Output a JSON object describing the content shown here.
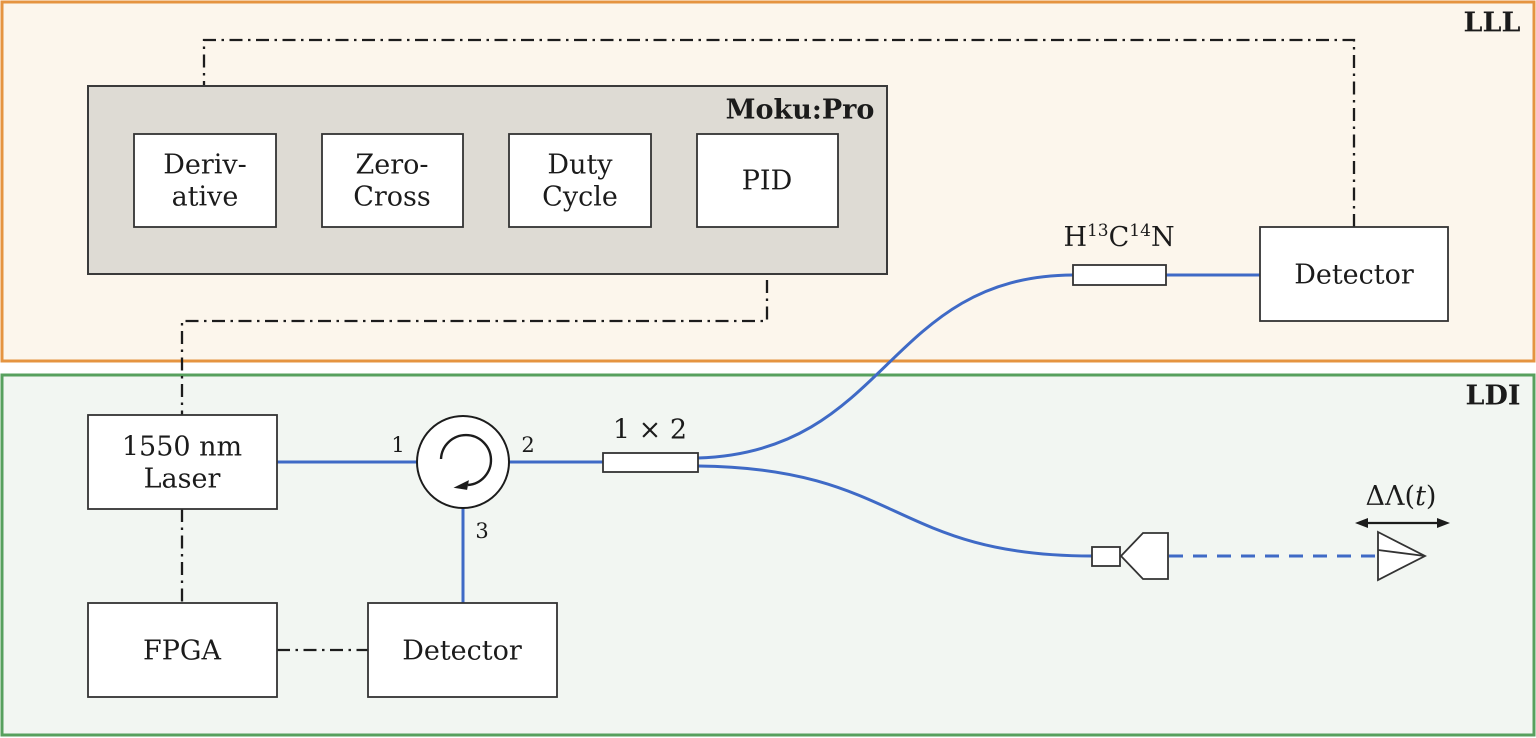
{
  "regions": {
    "lll_label": "LLL",
    "ldi_label": "LDI"
  },
  "moku": {
    "title": "Moku:Pro",
    "blocks": [
      {
        "line1": "Deriv-",
        "line2": "ative"
      },
      {
        "line1": "Zero-",
        "line2": "Cross"
      },
      {
        "line1": "Duty",
        "line2": "Cycle"
      },
      {
        "line1": "PID"
      }
    ]
  },
  "laser": {
    "line1": "1550 nm",
    "line2": "Laser"
  },
  "fpga": {
    "label": "FPGA"
  },
  "ldi_detector": {
    "label": "Detector"
  },
  "lll_detector": {
    "label": "Detector"
  },
  "circulator": {
    "port1": "1",
    "port2": "2",
    "port3": "3"
  },
  "splitter": {
    "label": "1 × 2"
  },
  "gas_cell": {
    "h": "H",
    "sup1": "13",
    "c": "C",
    "sup2": "14",
    "n": "N"
  },
  "displacement": {
    "pre": "ΔΛ(",
    "t": "t",
    "post": ")"
  },
  "colors": {
    "lll_border": "#e59440",
    "ldi_border": "#57a05e",
    "lll_bg": "#fcf6ec",
    "ldi_bg": "#f2f6f2",
    "moku_bg": "#dedbd4",
    "fiber_blue": "#3f6ac6",
    "line_black": "#1c1c1c"
  }
}
